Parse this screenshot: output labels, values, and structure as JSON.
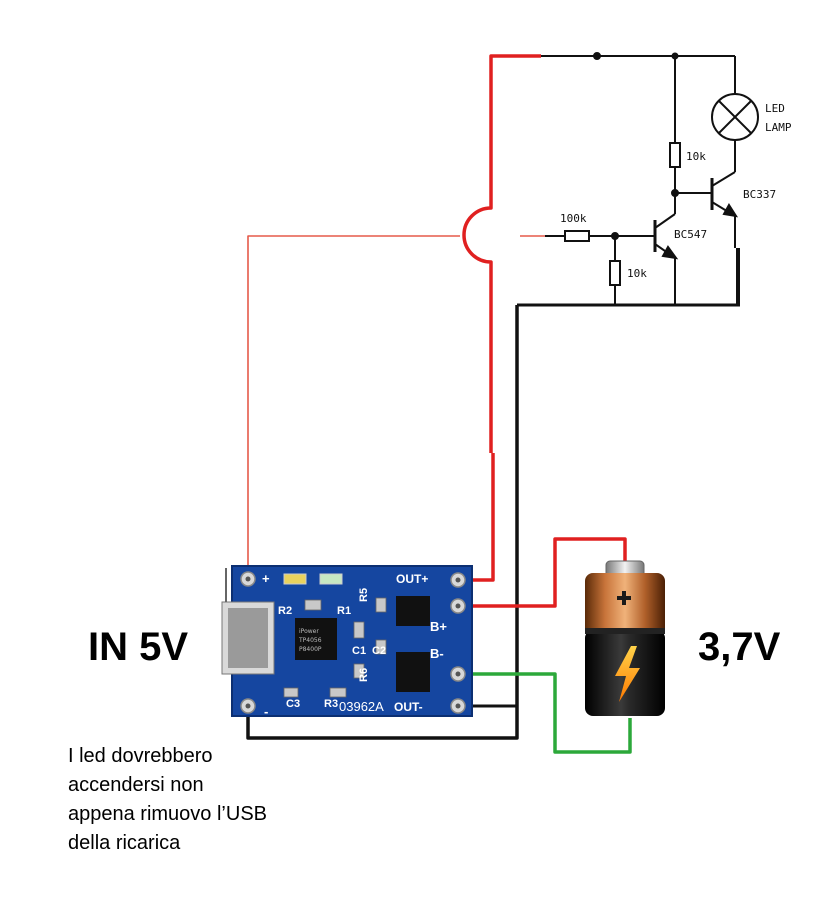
{
  "labels": {
    "in_voltage": "IN 5V",
    "battery_voltage": "3,7V",
    "lamp": [
      "LED",
      "LAMP"
    ],
    "transistor_main": "BC337",
    "transistor_driver": "BC547",
    "res_top": "10k",
    "res_base": "100k",
    "res_bottom": "10k"
  },
  "board": {
    "out_plus": "OUT+",
    "b_plus": "B+",
    "b_minus": "B-",
    "out_minus": "OUT-",
    "model": "03962A",
    "r1": "R1",
    "r2": "R2",
    "r3": "R3",
    "r5": "R5",
    "r6": "R6",
    "c1": "C1",
    "c2": "C2",
    "c3": "C3",
    "plus_sign": "+",
    "minus_sign": "-",
    "chip_text": [
      "iPower",
      "TP4056",
      "P8400P"
    ]
  },
  "note_lines": [
    "I led dovrebbero",
    "accendersi non",
    "appena rimuovo l’USB",
    "della ricarica"
  ],
  "colors": {
    "wire_red": "#e02020",
    "wire_thin_red": "#e55a4a",
    "wire_black": "#111111",
    "wire_green": "#2ca83a",
    "pcb_blue": "#1546a0"
  }
}
